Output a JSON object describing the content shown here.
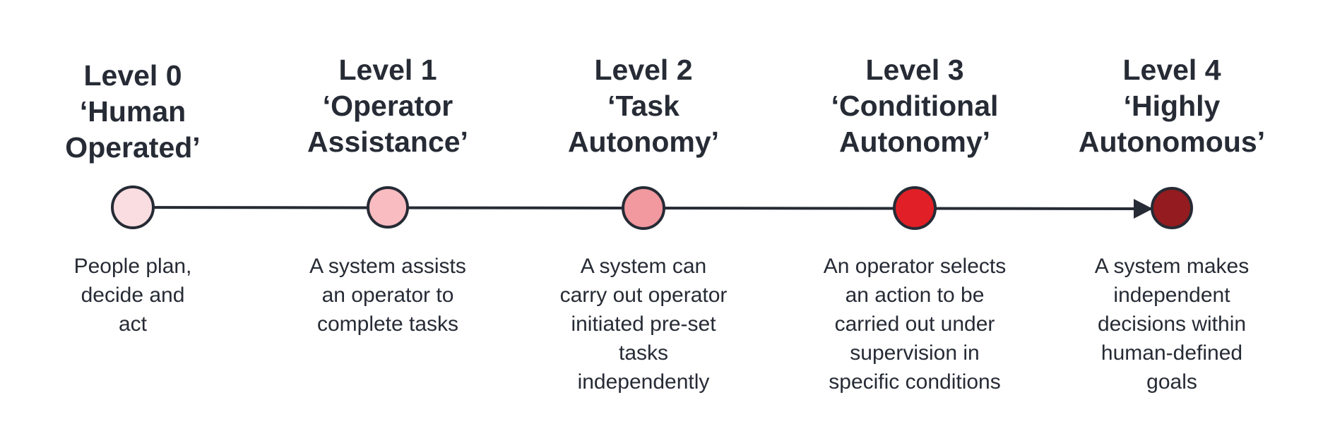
{
  "diagram": {
    "levels": [
      {
        "title_lines": [
          "Level 0",
          "‘Human",
          "Operated’"
        ],
        "desc_lines": [
          "People plan,",
          "decide and",
          "act"
        ],
        "color": "#f9dde1"
      },
      {
        "title_lines": [
          "Level 1",
          "‘Operator",
          "Assistance’"
        ],
        "desc_lines": [
          "A system assists",
          "an operator to",
          "complete tasks"
        ],
        "color": "#f9bcc1"
      },
      {
        "title_lines": [
          "Level 2",
          "‘Task",
          "Autonomy’"
        ],
        "desc_lines": [
          "A system can",
          "carry out operator",
          "initiated pre-set",
          "tasks",
          "independently"
        ],
        "color": "#f2989f"
      },
      {
        "title_lines": [
          "Level 3",
          "‘Conditional",
          "Autonomy’"
        ],
        "desc_lines": [
          "An operator selects",
          "an action to be",
          "carried out under",
          "supervision in",
          "specific conditions"
        ],
        "color": "#e11f26"
      },
      {
        "title_lines": [
          "Level 4",
          "‘Highly",
          "Autonomous’"
        ],
        "desc_lines": [
          "A system makes",
          "independent",
          "decisions within",
          "human-defined",
          "goals"
        ],
        "color": "#941b1f"
      }
    ],
    "line_color": "#262b35",
    "node_stroke_color": "#262b35"
  }
}
